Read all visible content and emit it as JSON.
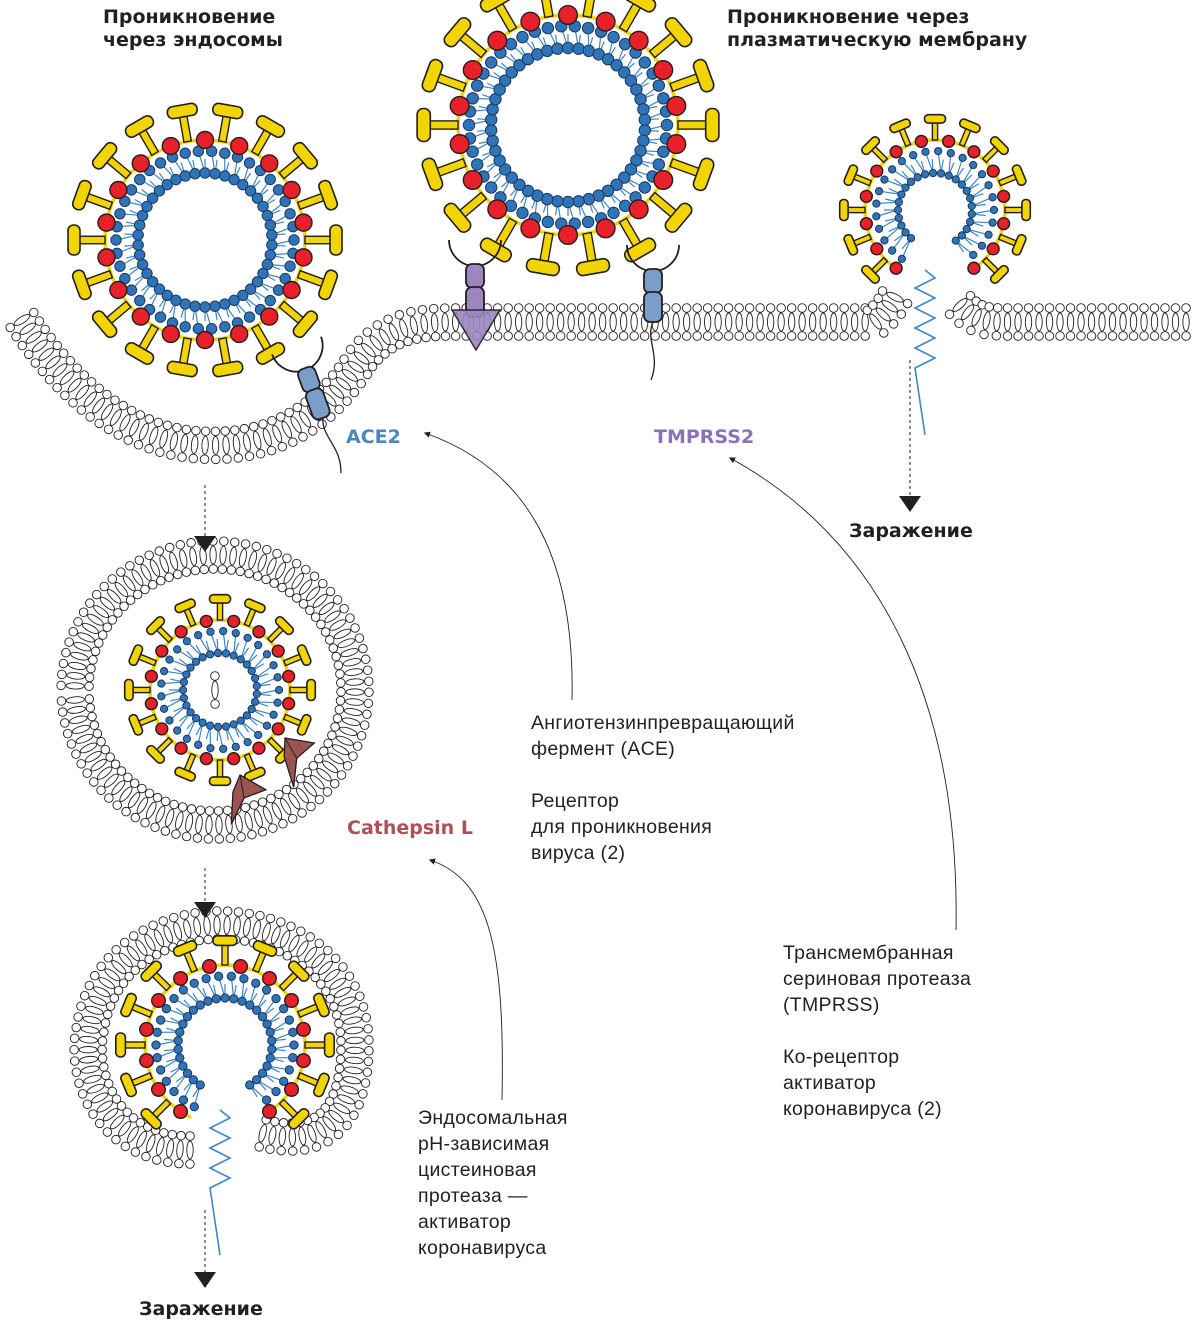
{
  "titles": {
    "endosome_route": "Проникновение\nчерез эндосомы",
    "membrane_route": "Проникновение через\nплазматическую мембрану"
  },
  "proteins": {
    "ace2": "ACE2",
    "tmprss2": "TMPRSS2",
    "cathepsin": "Cathepsin L"
  },
  "descriptions": {
    "ace": "Ангиотензинпревращающий\nфермент (ACE)\n\nРецептор\nдля проникновения\nвируса (2)",
    "tmprss": "Трансмембранная\nсериновая протеаза\n(TMPRSS)\n\nКо-рецептор\nактиватор\nкоронавируса (2)",
    "cathepsin": "Эндосомальная\npH-зависимая\nцистеиновая\nпротеаза —\nактиватор\nкоронавируса"
  },
  "outcomes": {
    "infection_membrane": "Заражение",
    "infection_endosome": "Заражение"
  },
  "colors": {
    "spike": "#f2d500",
    "envelope_dot": "#e8202a",
    "lipid_head": "#2f74b8",
    "lipid_tail": "#3f86c8",
    "ace2": "#7a9dc9",
    "ace2_text": "#4a86c0",
    "tmprss2": "#9b86bf",
    "tmprss2_text": "#8a72b8",
    "cathepsin": "#9c5450",
    "cathepsin_text": "#b04f55",
    "outline": "#231f20"
  }
}
